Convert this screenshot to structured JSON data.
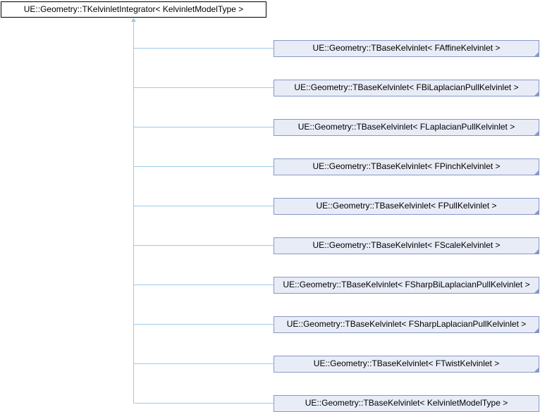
{
  "base_class": "UE::Geometry::TKelvinletIntegrator< KelvinletModelType >",
  "derived_classes": [
    {
      "label": "UE::Geometry::TBaseKelvinlet< FAffineKelvinlet >",
      "truncated": true
    },
    {
      "label": "UE::Geometry::TBaseKelvinlet< FBiLaplacianPullKelvinlet >",
      "truncated": true
    },
    {
      "label": "UE::Geometry::TBaseKelvinlet< FLaplacianPullKelvinlet >",
      "truncated": true
    },
    {
      "label": "UE::Geometry::TBaseKelvinlet< FPinchKelvinlet >",
      "truncated": true
    },
    {
      "label": "UE::Geometry::TBaseKelvinlet< FPullKelvinlet >",
      "truncated": true
    },
    {
      "label": "UE::Geometry::TBaseKelvinlet< FScaleKelvinlet >",
      "truncated": true
    },
    {
      "label": "UE::Geometry::TBaseKelvinlet< FSharpBiLaplacianPullKelvinlet >",
      "truncated": true
    },
    {
      "label": "UE::Geometry::TBaseKelvinlet< FSharpLaplacianPullKelvinlet >",
      "truncated": true
    },
    {
      "label": "UE::Geometry::TBaseKelvinlet< FTwistKelvinlet >",
      "truncated": true
    },
    {
      "label": "UE::Geometry::TBaseKelvinlet< KelvinletModelType >",
      "truncated": false
    }
  ],
  "colors": {
    "edge": "#9ccbe8",
    "node_border": "#8797c8",
    "node_fill": "#e8ecf6"
  }
}
